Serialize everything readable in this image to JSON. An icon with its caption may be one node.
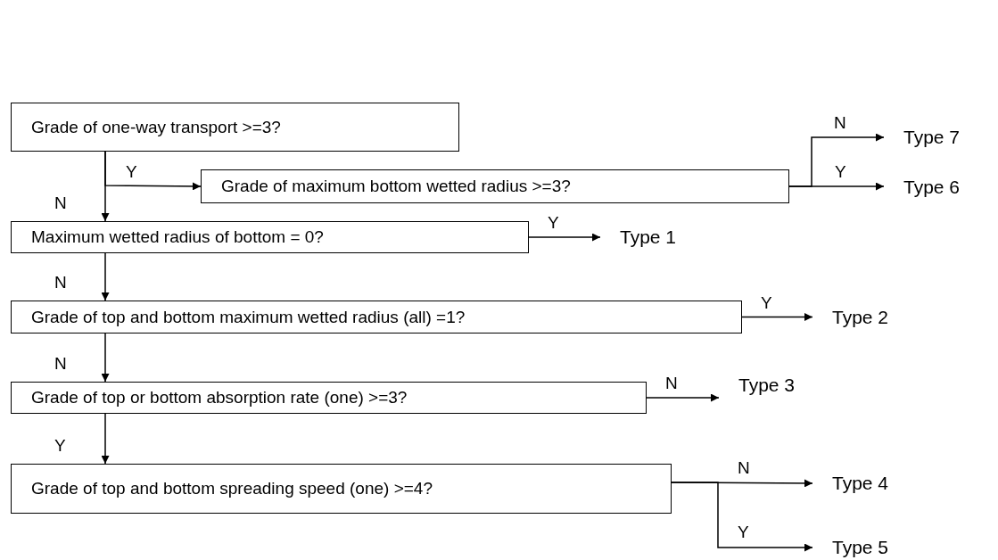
{
  "diagram": {
    "nodes": [
      {
        "text": [
          "Grade of one-way transport >=3?"
        ]
      },
      {
        "text": [
          "Grade of maximum bottom wetted radius >=3?"
        ]
      },
      {
        "text": [
          "Maximum wetted radius of bottom = 0?"
        ]
      },
      {
        "text": [
          "Grade of top and bottom maximum wetted radius (all) =1?"
        ]
      },
      {
        "text": [
          "Grade of top or bottom absorption rate (one) >=3?"
        ]
      },
      {
        "text": [
          "Grade of top and bottom spreading speed (one) >=4?"
        ]
      },
      {
        "text": [
          "Type 7"
        ]
      },
      {
        "text": [
          "Type 6"
        ]
      },
      {
        "text": [
          "Type 1"
        ]
      },
      {
        "text": [
          "Type 2"
        ]
      },
      {
        "text": [
          "Type 3"
        ]
      },
      {
        "text": [
          "Type 4"
        ]
      },
      {
        "text": [
          "Type 5"
        ]
      }
    ],
    "edges": [
      {
        "from": 0,
        "to": 1,
        "arrow": "to",
        "label": "Y"
      },
      {
        "from": 0,
        "to": 2,
        "arrow": "to",
        "label": "N"
      },
      {
        "from": 1,
        "to": 6,
        "arrow": "to",
        "label": "N"
      },
      {
        "from": 1,
        "to": 7,
        "arrow": "to",
        "label": "Y"
      },
      {
        "from": 2,
        "to": 8,
        "arrow": "to",
        "label": "Y"
      },
      {
        "from": 2,
        "to": 3,
        "arrow": "to",
        "label": "N"
      },
      {
        "from": 3,
        "to": 9,
        "arrow": "to",
        "label": "Y"
      },
      {
        "from": 3,
        "to": 4,
        "arrow": "to",
        "label": "N"
      },
      {
        "from": 4,
        "to": 10,
        "arrow": "to",
        "label": "N"
      },
      {
        "from": 4,
        "to": 5,
        "arrow": "to",
        "label": "Y"
      },
      {
        "from": 5,
        "to": 11,
        "arrow": "to",
        "label": "N"
      },
      {
        "from": 5,
        "to": 12,
        "arrow": "to",
        "label": "Y"
      }
    ]
  }
}
